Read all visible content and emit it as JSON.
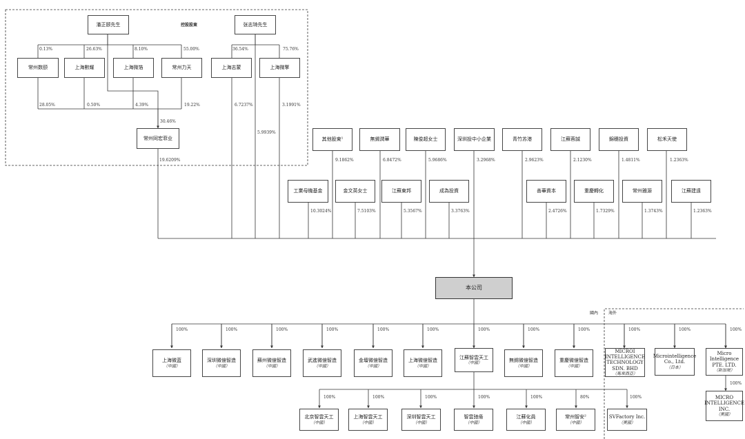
{
  "labels": {
    "controlling": "控股股東",
    "domestic": "國內",
    "overseas": "海外"
  },
  "nodes": [
    {
      "id": "pan",
      "text": "潘正颐先生"
    },
    {
      "id": "zhang",
      "text": "张志琦先生"
    },
    {
      "id": "changzhou_shuyi",
      "text": "常州数颐"
    },
    {
      "id": "shanghai_shuyao",
      "text": "上海數耀"
    },
    {
      "id": "shanghai_shuhan",
      "text": "上海微箔"
    },
    {
      "id": "changzhou_lixing",
      "text": "常州力天"
    },
    {
      "id": "shanghai_zhiduo",
      "text": "上海志蒙"
    },
    {
      "id": "shanghai_shuhao",
      "text": "上海微擎"
    },
    {
      "id": "changzhou_tongsu",
      "text": "常州同宏菲业"
    },
    {
      "id": "other",
      "text": "其他股東¹"
    },
    {
      "id": "wuxi_runhua",
      "text": "無錫潤華"
    },
    {
      "id": "chen",
      "text": "陳俊超女士"
    },
    {
      "id": "shenzhen",
      "text": "深圳投中小企業"
    },
    {
      "id": "qijing",
      "text": "青竹苏港"
    },
    {
      "id": "jiangsu_rongcheng",
      "text": "江蘇蓉誠"
    },
    {
      "id": "jinjiang",
      "text": "錦穗投資"
    },
    {
      "id": "songhe",
      "text": "松禾天使"
    },
    {
      "id": "gongye",
      "text": "工業母機基金"
    },
    {
      "id": "jin_wen",
      "text": "金文英女士"
    },
    {
      "id": "jiangsu_dongfang",
      "text": "江蘇東邦"
    },
    {
      "id": "chengwei",
      "text": "成為投資"
    },
    {
      "id": "qianhua",
      "text": "善華資本"
    },
    {
      "id": "chongqing",
      "text": "重慶轉化"
    },
    {
      "id": "changzhou_jinju",
      "text": "常州雅源"
    },
    {
      "id": "jiangsu_jianju",
      "text": "江蘇建遠"
    },
    {
      "id": "company",
      "text": "本公司"
    },
    {
      "id": "d1",
      "text": "上海微蓝",
      "sub": "（中國）"
    },
    {
      "id": "d2",
      "text": "深圳微億智造",
      "sub": "（中國）"
    },
    {
      "id": "d3",
      "text": "蘇州微億智造",
      "sub": "（中國）"
    },
    {
      "id": "d4",
      "text": "武進微億智造",
      "sub": "（中國）"
    },
    {
      "id": "d5",
      "text": "金壇微億智造",
      "sub": "（中國）"
    },
    {
      "id": "d6",
      "text": "上海微億智造",
      "sub": "（中國）"
    },
    {
      "id": "d7",
      "text": "江蘇智雲天工",
      "sub": "（中國）"
    },
    {
      "id": "d8",
      "text": "無錫微億智造",
      "sub": "（中國）"
    },
    {
      "id": "d9",
      "text": "重慶微億智造",
      "sub": "（中國）"
    },
    {
      "id": "o1",
      "text": "MICROI INTELLIGENCE TECHNOLOGY SDN. BHD",
      "sub": "（馬來西亞）"
    },
    {
      "id": "o2",
      "text": "Microintelligence Co., Ltd.",
      "sub": "（日本）"
    },
    {
      "id": "o3",
      "text": "Micro Intelligence PTE. LTD.",
      "sub": "（新加坡）"
    },
    {
      "id": "o4",
      "text": "MICRO INTELLIGENCE INC.",
      "sub": "（美國）"
    },
    {
      "id": "s1",
      "text": "北京智雲天工",
      "sub": "（中國）"
    },
    {
      "id": "s2",
      "text": "上海智雲天工",
      "sub": "（中國）"
    },
    {
      "id": "s3",
      "text": "深圳智雲天工",
      "sub": "（中國）"
    },
    {
      "id": "s4",
      "text": "智雲驰倦",
      "sub": "（中國）"
    },
    {
      "id": "s5",
      "text": "江蘇化員",
      "sub": "（中國）"
    },
    {
      "id": "s6",
      "text": "常州智安²",
      "sub": "（中國）"
    },
    {
      "id": "s7",
      "text": "SVFactory Inc.",
      "sub": "（美國）"
    }
  ],
  "percentages": {
    "p_pan_1": "0.13%",
    "p_pan_2": "26.63%",
    "p_pan_3": "8.10%",
    "p_pan_4": "55.00%",
    "p_zh_1": "36.54%",
    "p_zh_2": "75.76%",
    "p_low_1": "28.05%",
    "p_low_2": "0.50%",
    "p_low_3": "4.39%",
    "p_low_4": "19.22%",
    "p_ct_pan": "30.46%",
    "p_z1": "6.7237%",
    "p_z2": "5.9939%",
    "p_z3": "3.1991%",
    "p_ct": "19.6209%",
    "p_r1_1": "9.1862%",
    "p_r1_2": "6.8472%",
    "p_r1_3": "5.9686%",
    "p_r1_4": "3.2968%",
    "p_r1_5": "2.9623%",
    "p_r1_6": "2.1230%",
    "p_r1_7": "1.4811%",
    "p_r1_8": "1.2363%",
    "p_r2_1": "10.3024%",
    "p_r2_2": "7.5103%",
    "p_r2_3": "5.3567%",
    "p_r2_4": "3.3763%",
    "p_r2_5": "2.4726%",
    "p_r2_6": "1.7329%",
    "p_r2_7": "1.3743%",
    "p_r2_8": "1.2363%",
    "p_d": "100%",
    "p_o": "100%",
    "p_o4": "100%",
    "p_s": "100%",
    "p_s6": "80%"
  }
}
